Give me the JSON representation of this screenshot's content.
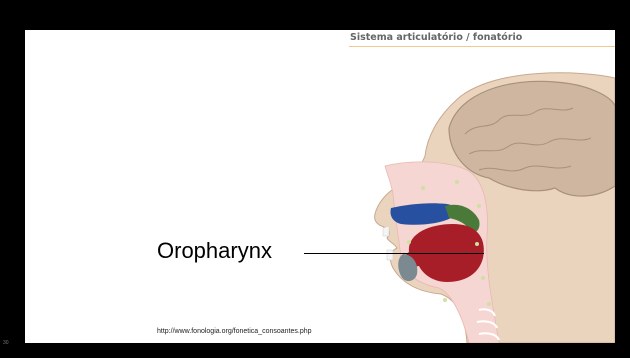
{
  "slide": {
    "figure_title": "Sistema articulatório / fonatório",
    "term_label": "Oropharynx",
    "source_url": "http://www.fonologia.org/fonetica_consoantes.php",
    "slide_number": "30"
  },
  "colors": {
    "background": "#000000",
    "slide": "#ffffff",
    "skin": "#ebd4bd",
    "brain": "#cfb6a0",
    "airway": "#f6d6d2",
    "nasal_cavity": "#2850a0",
    "palate": "#4a7a3a",
    "tongue": "#a81e28",
    "larynx": "#7a8a90"
  },
  "icons": [
    "head-sagittal-anatomy-illustration"
  ]
}
